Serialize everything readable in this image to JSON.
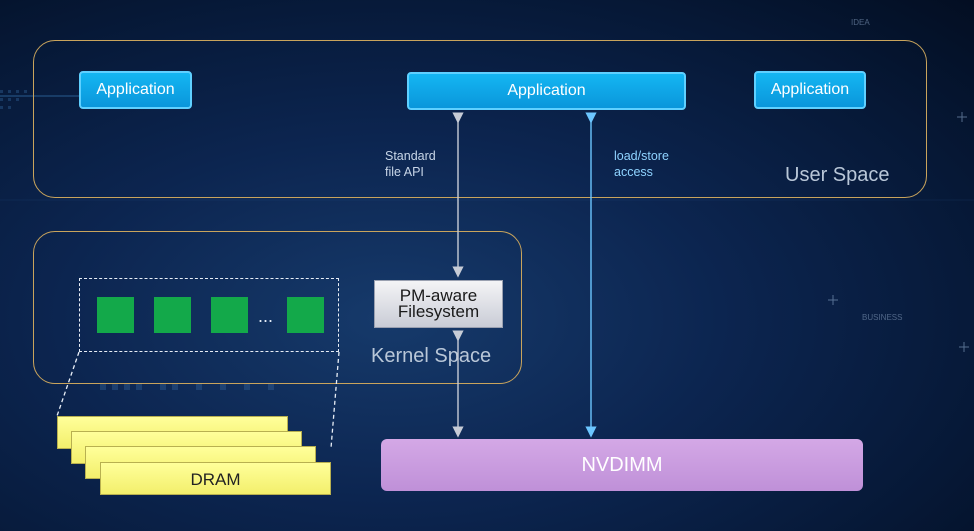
{
  "user_space": {
    "label": "User Space",
    "applications": [
      {
        "label": "Application"
      },
      {
        "label": "Application"
      },
      {
        "label": "Application"
      }
    ],
    "standard_api_label_line1": "Standard",
    "standard_api_label_line2": "file API",
    "loadstore_label_line1": "load/store",
    "loadstore_label_line2": "access"
  },
  "kernel_space": {
    "label": "Kernel Space",
    "pm_filesystem_line1": "PM-aware",
    "pm_filesystem_line2": "Filesystem",
    "ellipsis": "..."
  },
  "dram": {
    "label": "DRAM"
  },
  "nvdimm": {
    "label": "NVDIMM"
  },
  "background_text": {
    "idea": "IDEA",
    "business": "BUSINESS"
  },
  "colors": {
    "region_border": "#c9a45c",
    "application": "#0a96db",
    "loadstore_arrow": "#6cc6ff",
    "api_arrow": "#c7ccd6",
    "cache_blocks": "#13a94a",
    "dram": "#f3ef6c",
    "nvdimm": "#c99ade"
  }
}
